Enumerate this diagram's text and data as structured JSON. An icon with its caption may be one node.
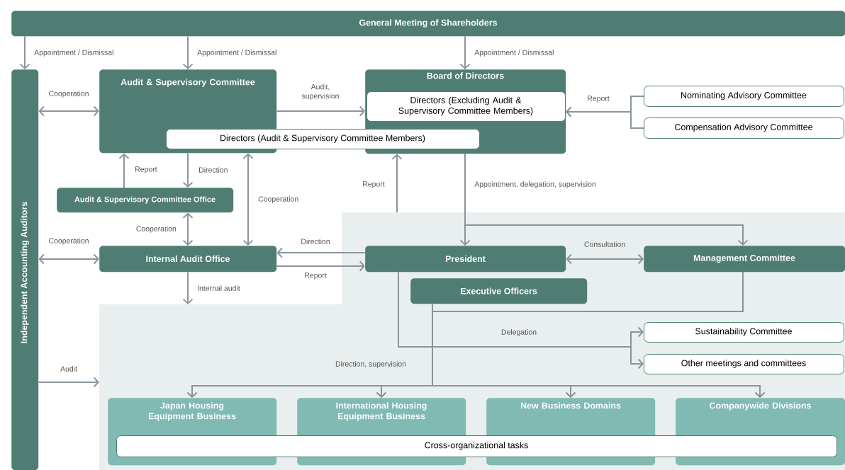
{
  "diagram": {
    "nodes": [
      {
        "text": [
          "General Meeting of Shareholders"
        ]
      },
      {
        "text": [
          "Independent Accounting Auditors"
        ]
      },
      {
        "text": [
          "Audit & Supervisory Committee"
        ]
      },
      {
        "text": [
          "Board of Directors"
        ]
      },
      {
        "text": [
          "Directors (Excluding Audit & Supervisory Committee Members)"
        ],
        "in": 3
      },
      {
        "text": [
          "Directors (Audit & Supervisory Committee Members)"
        ]
      },
      {
        "text": [
          "Nominating Advisory Committee"
        ]
      },
      {
        "text": [
          "Compensation Advisory Committee"
        ]
      },
      {
        "text": [
          "Audit & Supervisory Committee Office"
        ]
      },
      {
        "text": [
          "Internal Audit Office"
        ]
      },
      {
        "text": [
          "President"
        ]
      },
      {
        "text": [
          "Management Committee"
        ]
      },
      {
        "text": [
          "Executive Officers"
        ]
      },
      {
        "text": [
          "Sustainability Committee"
        ]
      },
      {
        "text": [
          "Other meetings and committees"
        ]
      },
      {
        "text": [
          "Japan Housing Equipment Business"
        ]
      },
      {
        "text": [
          "International Housing Equipment Business"
        ]
      },
      {
        "text": [
          "New Business Domains"
        ]
      },
      {
        "text": [
          "Companywide Divisions"
        ]
      },
      {
        "text": [
          "Cross-organizational tasks"
        ]
      }
    ],
    "edges": [
      {
        "from": 0,
        "to": 1,
        "arrow": "to",
        "label": "Appointment / Dismissal"
      },
      {
        "from": 0,
        "to": 2,
        "arrow": "to",
        "label": "Appointment / Dismissal"
      },
      {
        "from": 0,
        "to": 3,
        "arrow": "to",
        "label": "Appointment / Dismissal"
      },
      {
        "from": 1,
        "to": 2,
        "arrow": "both",
        "label": "Cooperation"
      },
      {
        "from": 2,
        "to": 3,
        "arrow": "to",
        "label": "Audit, supervision"
      },
      {
        "from": 6,
        "to": 4,
        "arrow": "to",
        "label": "Report"
      },
      {
        "from": 7,
        "to": 4,
        "arrow": "to"
      },
      {
        "from": 8,
        "to": 2,
        "arrow": "to",
        "label": "Report"
      },
      {
        "from": 2,
        "to": 8,
        "arrow": "to",
        "label": "Direction"
      },
      {
        "from": 2,
        "to": 9,
        "arrow": "both",
        "label": "Cooperation"
      },
      {
        "from": 8,
        "to": 9,
        "arrow": "both",
        "label": "Cooperation"
      },
      {
        "from": 1,
        "to": 9,
        "arrow": "both",
        "label": "Cooperation"
      },
      {
        "from": 10,
        "to": 9,
        "arrow": "to",
        "label": "Direction"
      },
      {
        "from": 9,
        "to": 10,
        "arrow": "to",
        "label": "Report"
      },
      {
        "from": 9,
        "to": null,
        "arrow": "to",
        "label": "Internal audit"
      },
      {
        "from": null,
        "to": 3,
        "arrow": "to",
        "label": "Report"
      },
      {
        "from": 3,
        "to": 10,
        "arrow": "to",
        "label": "Appointment, delegation, supervision"
      },
      {
        "from": 3,
        "to": 11,
        "arrow": "to"
      },
      {
        "from": 10,
        "to": 11,
        "arrow": "both",
        "label": "Consultation"
      },
      {
        "from": 10,
        "to": 13,
        "arrow": "to",
        "label": "Delegation"
      },
      {
        "from": 10,
        "to": 14,
        "arrow": "to"
      },
      {
        "from": 12,
        "to": 15,
        "arrow": "to",
        "label": "Direction, supervision"
      },
      {
        "from": 12,
        "to": 16,
        "arrow": "to"
      },
      {
        "from": 12,
        "to": 17,
        "arrow": "to"
      },
      {
        "from": 12,
        "to": 18,
        "arrow": "to"
      },
      {
        "from": 11,
        "to": 15,
        "arrow": "to"
      },
      {
        "from": 11,
        "to": 16,
        "arrow": "to"
      },
      {
        "from": 11,
        "to": 17,
        "arrow": "to"
      },
      {
        "from": 11,
        "to": 18,
        "arrow": "to"
      },
      {
        "from": 1,
        "to": null,
        "arrow": "to",
        "label": "Audit"
      }
    ]
  }
}
